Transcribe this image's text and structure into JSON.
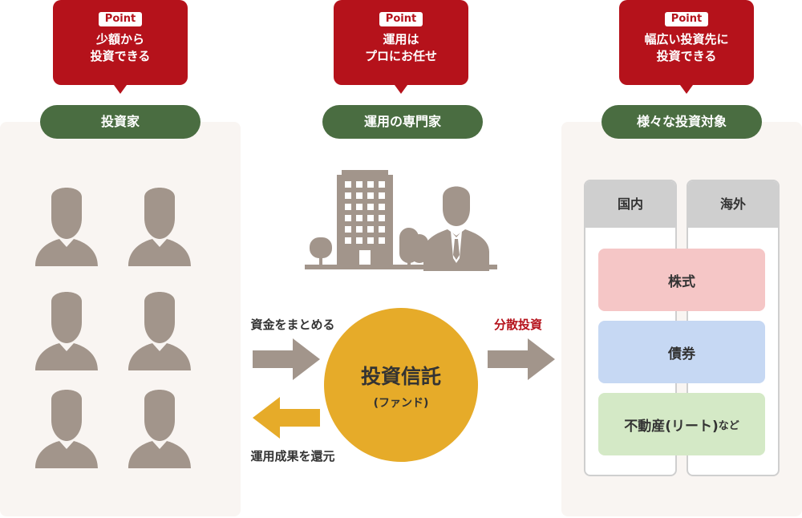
{
  "callouts": [
    {
      "badge": "Point",
      "line1": "少額から",
      "line2": "投資できる"
    },
    {
      "badge": "Point",
      "line1": "運用は",
      "line2": "プロにお任せ"
    },
    {
      "badge": "Point",
      "line1": "幅広い投資先に",
      "line2": "投資できる"
    }
  ],
  "labels": {
    "investors": "投資家",
    "experts": "運用の専門家",
    "targets": "様々な投資対象"
  },
  "arrows": {
    "collect": "資金をまとめる",
    "distribute": "分散投資",
    "return": "運用成果を還元"
  },
  "fund": {
    "title": "投資信託",
    "subtitle": "(ファンド)"
  },
  "columns": {
    "domestic": "国内",
    "overseas": "海外"
  },
  "assets": {
    "stocks": "株式",
    "bonds": "債券",
    "realestate_main": "不動産(リート)",
    "realestate_suffix": "など"
  },
  "colors": {
    "callout_red": "#b5121b",
    "pill_green": "#4a6d41",
    "fund_gold": "#e6ab29",
    "arrow_gray": "#a2958b",
    "stocks_pink": "#f5c6c6",
    "bonds_blue": "#c6d8f3",
    "realestate_green": "#d4e9c6"
  },
  "icons": {
    "investor": "person-silhouette-icon",
    "building": "office-building-icon",
    "expert": "businessman-icon"
  }
}
